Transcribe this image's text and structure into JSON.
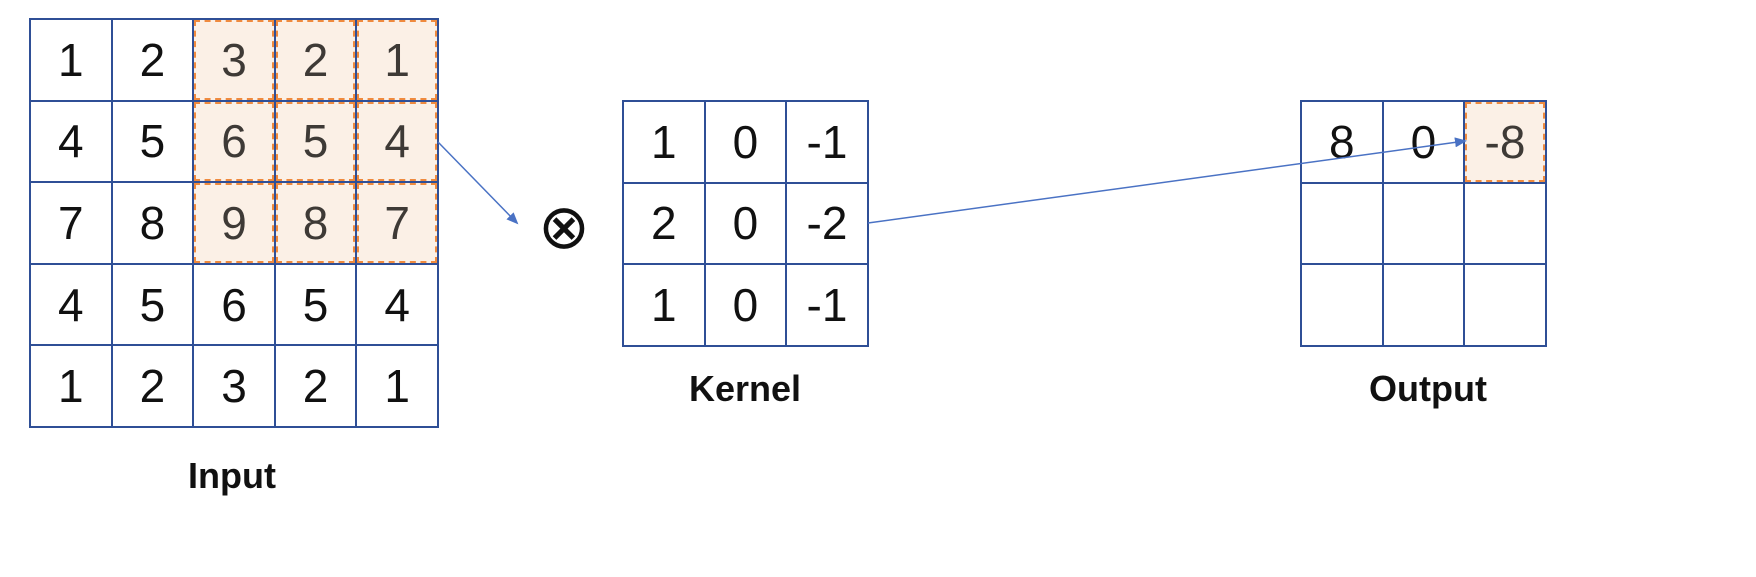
{
  "input": {
    "label": "Input",
    "rows": [
      [
        "1",
        "2",
        "3",
        "2",
        "1"
      ],
      [
        "4",
        "5",
        "6",
        "5",
        "4"
      ],
      [
        "7",
        "8",
        "9",
        "8",
        "7"
      ],
      [
        "4",
        "5",
        "6",
        "5",
        "4"
      ],
      [
        "1",
        "2",
        "3",
        "2",
        "1"
      ]
    ],
    "highlight": {
      "row_start": 0,
      "row_end": 2,
      "col_start": 2,
      "col_end": 4
    }
  },
  "operator": {
    "symbol": "⊗"
  },
  "kernel": {
    "label": "Kernel",
    "rows": [
      [
        "1",
        "0",
        "-1"
      ],
      [
        "2",
        "0",
        "-2"
      ],
      [
        "1",
        "0",
        "-1"
      ]
    ]
  },
  "output": {
    "label": "Output",
    "rows": [
      [
        "8",
        "0",
        "-8"
      ],
      [
        "",
        "",
        ""
      ],
      [
        "",
        "",
        ""
      ]
    ],
    "highlight": {
      "row": 0,
      "col": 2
    }
  },
  "colors": {
    "grid_border": "#2f4f96",
    "highlight_fill": "#fbf0e6",
    "highlight_outline": "#ef8a3e",
    "arrow": "#4a72c4"
  }
}
